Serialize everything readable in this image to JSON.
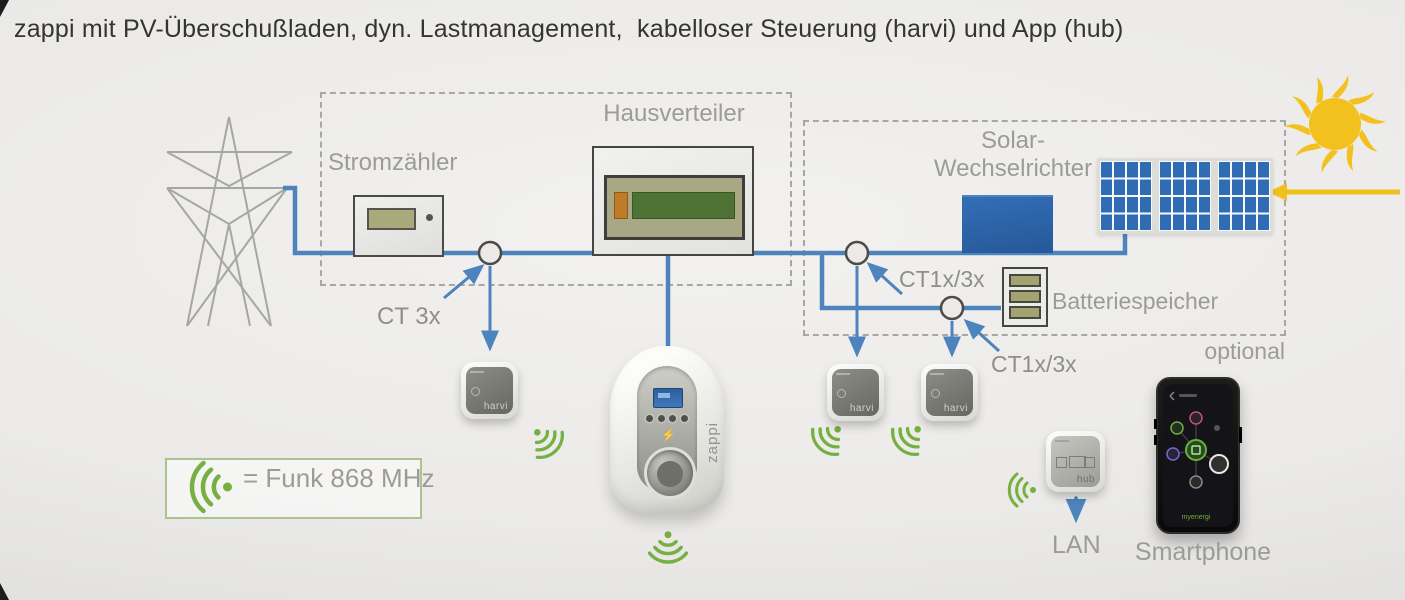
{
  "title": "zappi mit PV-Überschußladen, dyn. Lastmanagement,  kabelloser Steuerung (harvi) und App (hub)",
  "grid_section": {
    "meter_label": "Stromzähler",
    "distribution_label": "Hausverteiler",
    "ct_main_label": "CT 3x"
  },
  "solar_section": {
    "inverter_label_line1": "Solar-",
    "inverter_label_line2": "Wechselrichter",
    "battery_label": "Batteriespeicher",
    "optional_label": "optional",
    "ct_inverter_label": "CT1x/3x",
    "ct_battery_label": "CT1x/3x"
  },
  "devices": {
    "zappi": {
      "name": "zappi"
    },
    "harvi": {
      "name": "harvi"
    },
    "hub": {
      "name": "hub",
      "lan_label": "LAN"
    },
    "smartphone": {
      "label": "Smartphone",
      "app_brand": "myenergi"
    }
  },
  "legend": {
    "text": "= Funk 868 MHz"
  },
  "colors": {
    "line_blue": "#4d84bd",
    "radio_green": "#76b043",
    "legend_border_green": "#a9c58c",
    "sun_yellow": "#f2c11e",
    "panel_blue": "#2f6cb3",
    "label_gray": "#9b9b98",
    "title_dark": "#343432"
  }
}
